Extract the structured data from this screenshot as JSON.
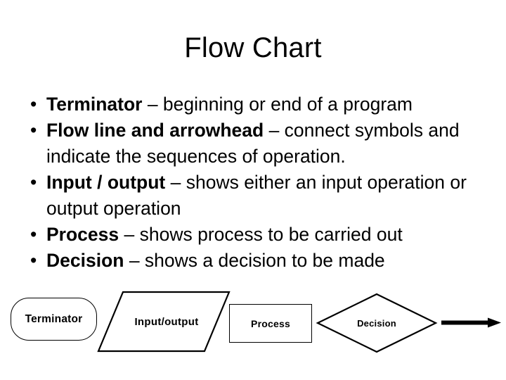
{
  "slide": {
    "title": "Flow Chart",
    "background_color": "#ffffff",
    "text_color": "#000000"
  },
  "bullets": [
    {
      "term": "Terminator",
      "rest": " – beginning or end of a program",
      "marker": "•"
    },
    {
      "term": "Flow line and arrowhead",
      "rest": " – connect symbols and indicate the sequences of operation.",
      "marker": "•"
    },
    {
      "term": "Input / output",
      "rest": " – shows either an input operation or output operation",
      "marker": "•"
    },
    {
      "term": "Process",
      "rest": " – shows process to be carried out",
      "marker": "•"
    },
    {
      "term": "Decision",
      "rest": " – shows a decision to be made",
      "marker": "•"
    }
  ],
  "shapes": [
    {
      "name": "terminator",
      "label": "Terminator",
      "symbol": "rounded-rectangle"
    },
    {
      "name": "input-output",
      "label": "Input/output",
      "symbol": "parallelogram"
    },
    {
      "name": "process",
      "label": "Process",
      "symbol": "rectangle"
    },
    {
      "name": "decision",
      "label": "Decision",
      "symbol": "diamond"
    },
    {
      "name": "flow-line",
      "label": "",
      "symbol": "arrow-right"
    }
  ]
}
